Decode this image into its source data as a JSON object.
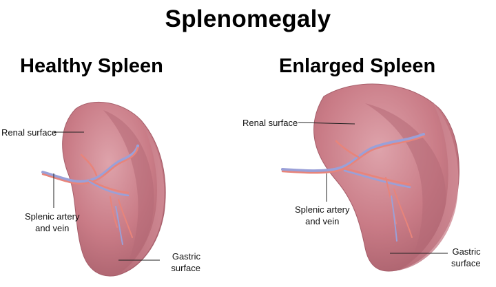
{
  "title": "Splenomegaly",
  "panels": {
    "healthy": {
      "heading": "Healthy Spleen",
      "renal_surface": "Renal surface",
      "splenic_vessels_line1": "Splenic artery",
      "splenic_vessels_line2": "and vein",
      "gastric_surface": "Gastric surface"
    },
    "enlarged": {
      "heading": "Enlarged Spleen",
      "renal_surface": "Renal surface",
      "splenic_vessels_line1": "Splenic artery",
      "splenic_vessels_line2": "and vein",
      "gastric_line1": "Gastric",
      "gastric_line2": "surface"
    }
  },
  "colors": {
    "spleen_body": "#c97b86",
    "spleen_shadow": "#a8606c",
    "spleen_highlight": "#dca0a8",
    "artery": "#e8847a",
    "vein": "#9aa0d8",
    "leader_line": "#222222"
  }
}
